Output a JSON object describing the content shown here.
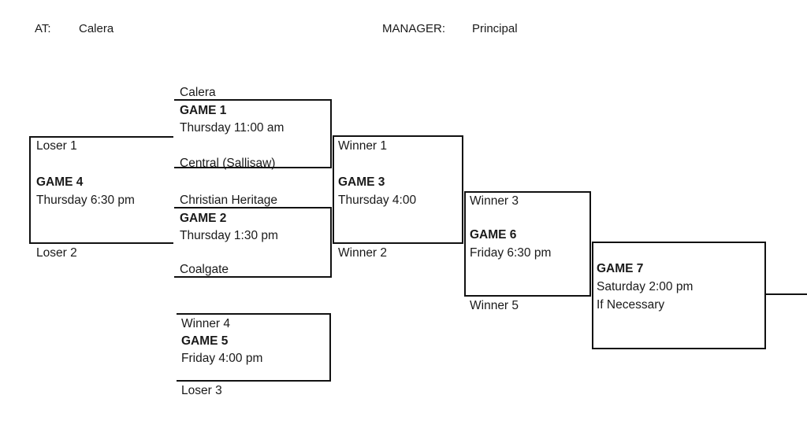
{
  "header": {
    "at_label": "AT:",
    "at_value": "Calera",
    "manager_label": "MANAGER:",
    "manager_value": "Principal"
  },
  "colors": {
    "line": "#111111",
    "text": "#1a1a1a",
    "background": "#ffffff"
  },
  "games": {
    "game1": {
      "top_team": "Calera",
      "title": "GAME 1",
      "time": "Thursday  11:00 am",
      "bottom_team": "Central (Sallisaw)"
    },
    "game2": {
      "top_team": "Christian Heritage",
      "title": "GAME 2",
      "time": "Thursday     1:30 pm",
      "bottom_team": "Coalgate"
    },
    "game3": {
      "top_team": "Winner 1",
      "title": "GAME 3",
      "time": "Thursday 4:00",
      "bottom_team": "Winner 2"
    },
    "game4": {
      "top_team": "Loser 1",
      "title": "GAME 4",
      "time": "Thursday 6:30 pm",
      "bottom_team": "Loser 2"
    },
    "game5": {
      "top_team": "Winner 4",
      "title": "GAME 5",
      "time": "Friday 4:00 pm",
      "bottom_team": "Loser 3"
    },
    "game6": {
      "top_team": "Winner 3",
      "title": "GAME 6",
      "time": "Friday 6:30 pm",
      "bottom_team": "Winner 5"
    },
    "game7": {
      "title": "GAME 7",
      "time": "Saturday 2:00 pm",
      "note": "If  Necessary"
    }
  }
}
